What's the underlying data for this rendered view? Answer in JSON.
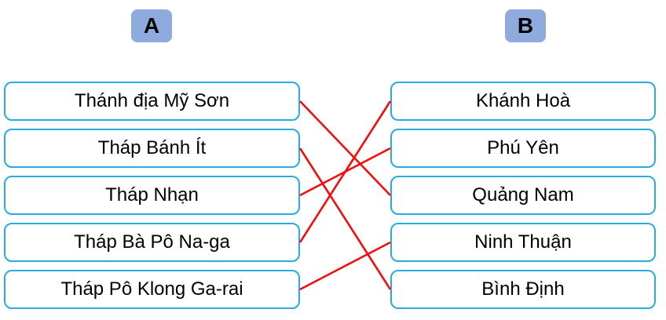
{
  "headers": {
    "a": "A",
    "b": "B"
  },
  "column_a": {
    "items": [
      "Thánh địa Mỹ Sơn",
      "Tháp Bánh Ít",
      "Tháp Nhạn",
      "Tháp Bà Pô Na-ga",
      "Tháp Pô Klong Ga-rai"
    ]
  },
  "column_b": {
    "items": [
      "Khánh Hoà",
      "Phú Yên",
      "Quảng Nam",
      "Ninh Thuận",
      "Bình Định"
    ]
  },
  "connections": [
    {
      "from_a": 0,
      "to_b": 2
    },
    {
      "from_a": 1,
      "to_b": 4
    },
    {
      "from_a": 2,
      "to_b": 1
    },
    {
      "from_a": 3,
      "to_b": 0
    },
    {
      "from_a": 4,
      "to_b": 3
    }
  ],
  "colors": {
    "box_border": "#29abe2",
    "header_fill": "#8faadc",
    "line": "#f20d0d",
    "text": "#000000"
  }
}
